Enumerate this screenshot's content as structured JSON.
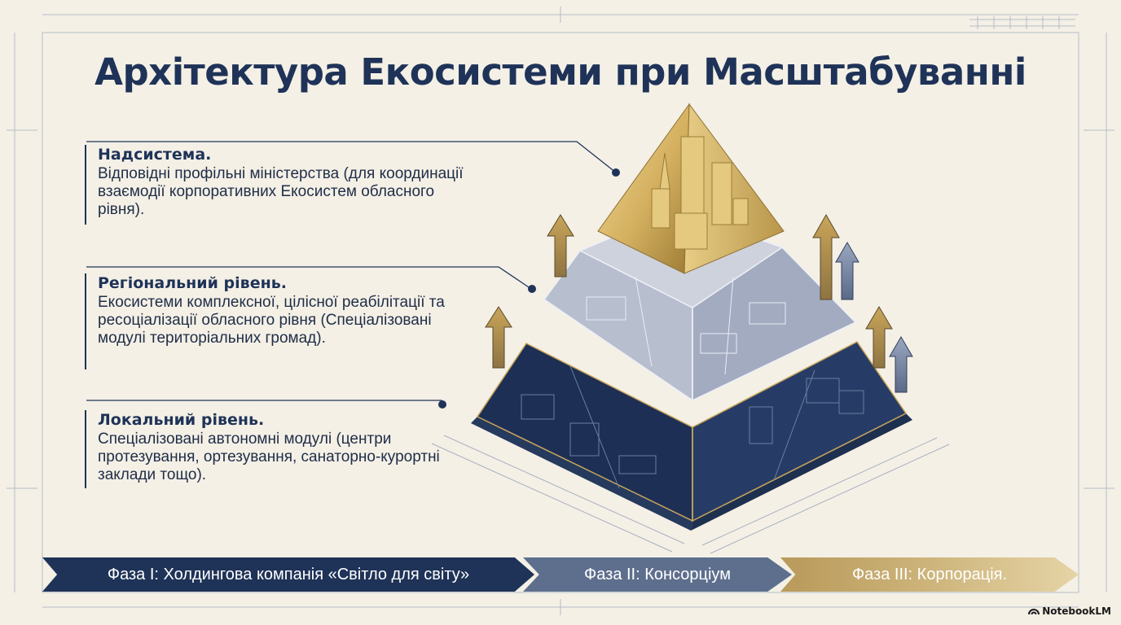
{
  "title": "Архітектура Екосистеми при Масштабуванні",
  "levels": [
    {
      "heading": "Надсистема.",
      "text": "Відповідні профільні міністерства (для координації взаємодії корпоративних Екосистем обласного рівня)."
    },
    {
      "heading": "Регіональний рівень.",
      "text": "Екосистеми комплексної, цілісної реабілітації та ресоціалізації обласного рівня (Спеціалізовані модулі територіальних громад)."
    },
    {
      "heading": "Локальний рівень.",
      "text": "Спеціалізовані автономні модулі (центри протезування, ортезування, санаторно-курортні заклади тощо)."
    }
  ],
  "phases": [
    {
      "label": "Фаза I: Холдингова компанія «Світло для світу»",
      "color": "#1f3358"
    },
    {
      "label": "Фаза II: Консорціум",
      "color": "#5e6f8e"
    },
    {
      "label": "Фаза III: Корпорація.",
      "color": "#c9ad70"
    }
  ],
  "colors": {
    "navy": "#1f3358",
    "slate": "#5e6f8e",
    "gold": "#c9a55a",
    "background": "#f4f0e6"
  },
  "icons": [
    "pyramid-diagram",
    "up-arrow-icon",
    "notebooklm-logo"
  ],
  "watermark": "NotebookLM"
}
